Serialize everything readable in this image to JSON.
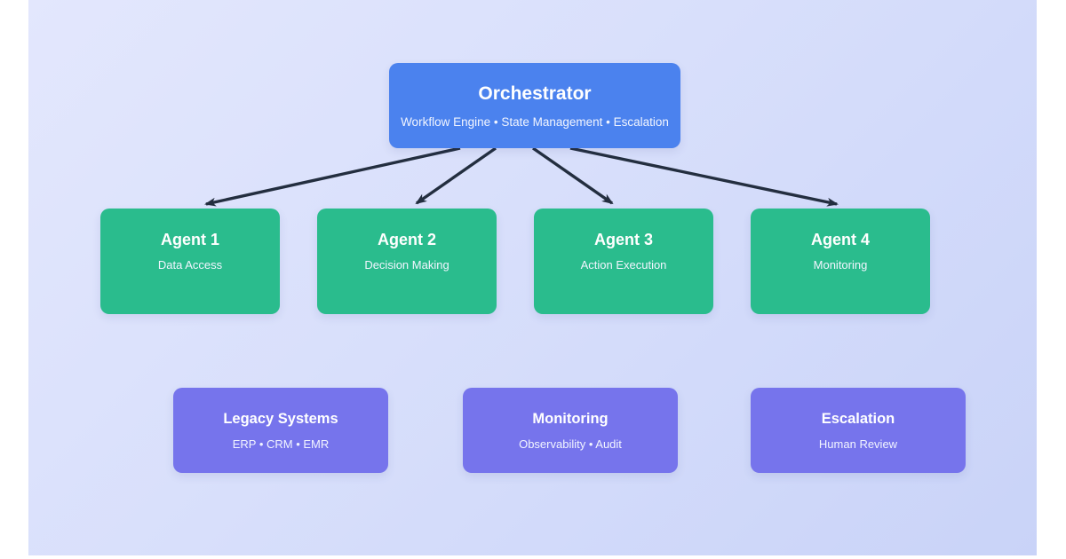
{
  "colors": {
    "page-bg": "#ffffff",
    "canvas-grad-start": "#e3e7fd",
    "canvas-grad-end": "#c9d3f8",
    "orchestrator-fill": "#4b82ee",
    "agent-fill": "#2abc8d",
    "system-fill": "#7674ec",
    "arrow-color": "#232e3f",
    "title-color": "#ffffff",
    "subtitle-color": "#f2f5ff"
  },
  "diagram": {
    "orchestrator": {
      "title": "Orchestrator",
      "subtitle": "Workflow Engine • State Management • Escalation"
    },
    "agents": [
      {
        "title": "Agent 1",
        "subtitle": "Data Access"
      },
      {
        "title": "Agent 2",
        "subtitle": "Decision Making"
      },
      {
        "title": "Agent 3",
        "subtitle": "Action Execution"
      },
      {
        "title": "Agent 4",
        "subtitle": "Monitoring"
      }
    ],
    "systems": [
      {
        "title": "Legacy Systems",
        "subtitle": "ERP • CRM • EMR"
      },
      {
        "title": "Monitoring",
        "subtitle": "Observability • Audit"
      },
      {
        "title": "Escalation",
        "subtitle": "Human Review"
      }
    ]
  }
}
